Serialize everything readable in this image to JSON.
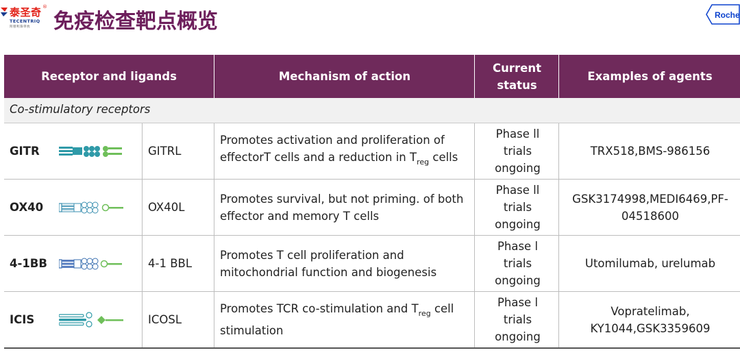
{
  "header": {
    "logo": {
      "cn": "泰圣奇",
      "registered": "®",
      "en": "TECENTRIQ",
      "sub": "阿替利珠单抗"
    },
    "title": "免疫检查靶点概览",
    "brand": "Roche"
  },
  "colors": {
    "header_bg": "#6f2a5b",
    "title": "#6d1f5c",
    "accent_red": "#e2231a",
    "roche_blue": "#0b41cd"
  },
  "table": {
    "headers": {
      "receptor": "Receptor and ligands",
      "mechanism": "Mechanism of action",
      "status": "Current\nstatus",
      "agents": "Examples of agents"
    },
    "section": "Co-stimulatory receptors",
    "rows": [
      {
        "name": "GITR",
        "icon": "gitr-receptor-icon",
        "ligand": "GITRL",
        "mech_1": "Promotes activation and proliferation of effectorT cells and a reduction in T",
        "mech_sub": "reg",
        "mech_2": " cells",
        "status": "Phase ll\ntrials\nongoing",
        "agents": "TRX518,BMS-986156"
      },
      {
        "name": "OX40",
        "icon": "ox40-receptor-icon",
        "ligand": "OX40L",
        "mech_1": "Promotes survival, but not priming. of both effector and memory T cells",
        "mech_sub": "",
        "mech_2": "",
        "status": "Phase ll\ntrials\nongoing",
        "agents": "GSK3174998,MEDI6469,PF-04518600"
      },
      {
        "name": "4-1BB",
        "icon": "4-1bb-receptor-icon",
        "ligand": "4-1 BBL",
        "mech_1": "Promotes T cell proliferation and mitochondrial function and biogenesis",
        "mech_sub": "",
        "mech_2": "",
        "status": "Phase l\ntrials\nongoing",
        "agents": "Utomilumab, urelumab"
      },
      {
        "name": "ICIS",
        "icon": "icos-receptor-icon",
        "ligand": "ICOSL",
        "mech_1": "Promotes TCR co-stimulation and T",
        "mech_sub": "reg",
        "mech_2": " cell stimulation",
        "status": "Phase l\ntrials\nongoing",
        "agents": "Vopratelimab, KY1044,GSK3359609"
      }
    ]
  }
}
